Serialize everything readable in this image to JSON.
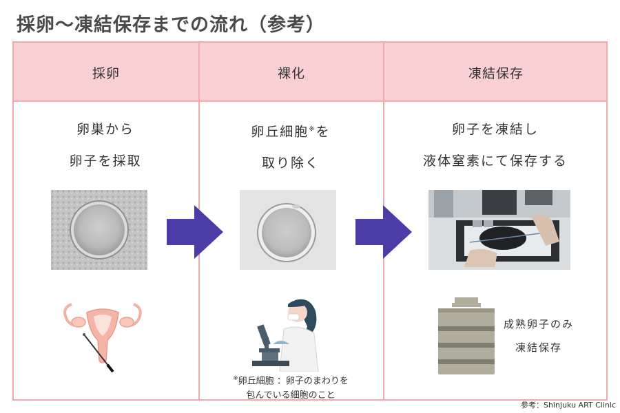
{
  "title": "採卵〜凍結保存までの流れ（参考）",
  "columns": [
    {
      "header": "採卵",
      "desc_line1": "卵巣から",
      "desc_line2": "卵子を採取"
    },
    {
      "header": "裸化",
      "desc_line1_pre": "卵丘細胞",
      "desc_line1_mark": "※",
      "desc_line1_post": "を",
      "desc_line2": "取り除く"
    },
    {
      "header": "凍結保存",
      "desc_line1": "卵子を凍結し",
      "desc_line2": "液体窒素にて保存する"
    }
  ],
  "note": {
    "mark": "※",
    "line1": "卵丘細胞 ：卵子のまわりを",
    "line2": "包んでいる細胞のこと"
  },
  "tank_label": {
    "line1": "成熟卵子のみ",
    "line2": "凍結保存"
  },
  "credit": "参考：Shinjuku ART Clinic",
  "icons": [
    "uterus-icon",
    "scientist-microscope-icon",
    "liquid-nitrogen-tank-icon",
    "flow-arrow-icon"
  ],
  "colors": {
    "border": "#f2a9ad",
    "header_bg": "#f8cfd2",
    "arrow": "#4b3ca8",
    "tank_body": "#b0ad9c",
    "tank_band": "#7f7c70"
  }
}
